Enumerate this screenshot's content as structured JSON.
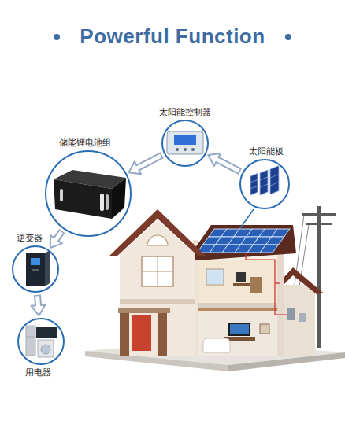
{
  "diagram": {
    "title": "Powerful Function",
    "nodes": [
      {
        "text": [
          "太阳能控制器"
        ]
      },
      {
        "text": [
          "太阳能板"
        ]
      },
      {
        "text": [
          "储能锂电池组"
        ]
      },
      {
        "text": [
          "逆变器"
        ]
      },
      {
        "text": [
          "用电器"
        ]
      }
    ],
    "edges": [
      {
        "from": 1,
        "to": 0,
        "arrow": "to"
      },
      {
        "from": 0,
        "to": 2,
        "arrow": "to"
      },
      {
        "from": 2,
        "to": 3,
        "arrow": "to"
      },
      {
        "from": 3,
        "to": 4,
        "arrow": "to"
      }
    ]
  }
}
